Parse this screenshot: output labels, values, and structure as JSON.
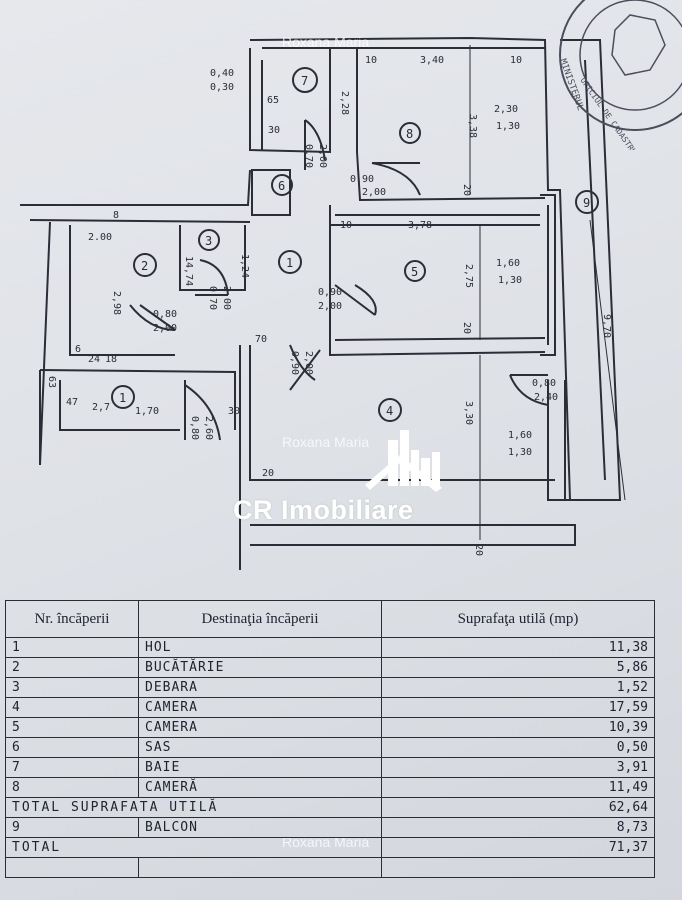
{
  "watermarks": {
    "top": "Roxana Maria",
    "middle": "Roxana Maria",
    "bottom": "Roxana Maria"
  },
  "brand": {
    "name": "CR Imobiliare"
  },
  "plan": {
    "room_numbers": [
      "1",
      "2",
      "3",
      "1",
      "4",
      "5",
      "6",
      "7",
      "8",
      "9"
    ],
    "dims": {
      "d040": "0,40",
      "d030": "0,30",
      "d065": "65",
      "d030b": "30",
      "d228": "2,28",
      "d10a": "10",
      "d340": "3,40",
      "d10b": "10",
      "d070": "0,70",
      "d200a": "2,00",
      "d338": "3,38",
      "d230": "2,30",
      "d130a": "1,30",
      "d090a": "0,90",
      "d200b": "2,00",
      "d20a": "20",
      "d8": "8",
      "d200c": "2.00",
      "d10c": "10",
      "d378": "3,78",
      "d124": "1,24",
      "d274": "14,74",
      "d070b": "0,70",
      "d200d": "2,00",
      "d298": "2,98",
      "d090b": "0,90",
      "d200e": "2,00",
      "d275": "2,75",
      "d160a": "1,60",
      "d130b": "1,30",
      "d080a": "0,80",
      "d200f": "2,00",
      "d20b": "20",
      "d970": "9,70",
      "d70": "70",
      "d090c": "0,90",
      "d200g": "2,00",
      "d6": "6",
      "d24": "24",
      "d18": "18",
      "d63": "63",
      "d47": "47",
      "d27": "2,7",
      "d170": "1,70",
      "d080b": "0,80",
      "d260": "2,60",
      "d30c": "30",
      "d080c": "0,80",
      "d240": "2,40",
      "d330": "3,30",
      "d160b": "1,60",
      "d130c": "1,30",
      "d20c": "20",
      "d20d": "20"
    }
  },
  "stamp": {
    "lines": [
      "MINISTERUL",
      "OFICIUL DE CADASTRU"
    ]
  },
  "table": {
    "headers": [
      "Nr. încăperii",
      "Destinaţia încăperii",
      "Suprafaţa utilă (mp)"
    ],
    "rows": [
      {
        "nr": "1",
        "dest": "HOL",
        "area": "11,38"
      },
      {
        "nr": "2",
        "dest": "BUCĂTĂRIE",
        "area": "5,86"
      },
      {
        "nr": "3",
        "dest": "DEBARA",
        "area": "1,52"
      },
      {
        "nr": "4",
        "dest": "CAMERA",
        "area": "17,59"
      },
      {
        "nr": "5",
        "dest": "CAMERA",
        "area": "10,39"
      },
      {
        "nr": "6",
        "dest": "SAS",
        "area": "0,50"
      },
      {
        "nr": "7",
        "dest": "BAIE",
        "area": "3,91"
      },
      {
        "nr": "8",
        "dest": "CAMERĂ",
        "area": "11,49"
      }
    ],
    "total_util_label": "TOTAL SUPRAFATA UTILĂ",
    "total_util_value": "62,64",
    "balcon": {
      "nr": "9",
      "dest": "BALCON",
      "area": "8,73"
    },
    "total_label": "TOTAL",
    "total_value": "71,37"
  }
}
